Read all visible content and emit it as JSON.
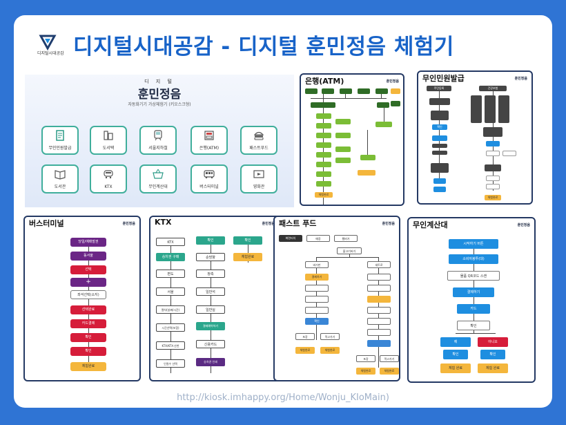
{
  "header": {
    "logo_caption": "디지털시대공감",
    "title": "디지털시대공감 - 디지털 훈민정음 체험기"
  },
  "app": {
    "small_title": "디 지 털",
    "big_title": "훈민정음",
    "subtitle": "자동화기기 가상체험기 (키오스크형)",
    "tiles": [
      {
        "label": "무인민원발급",
        "icon": "document-icon"
      },
      {
        "label": "도서택",
        "icon": "book-shelf-icon"
      },
      {
        "label": "서울지하철",
        "icon": "subway-icon"
      },
      {
        "label": "은행(ATM)",
        "icon": "atm-icon"
      },
      {
        "label": "패스트푸드",
        "icon": "burger-icon"
      },
      {
        "label": "도서관",
        "icon": "open-book-icon"
      },
      {
        "label": "KTX",
        "icon": "train-icon"
      },
      {
        "label": "무인계산대",
        "icon": "basket-icon"
      },
      {
        "label": "버스터미널",
        "icon": "bus-icon"
      },
      {
        "label": "영화관",
        "icon": "film-icon"
      }
    ]
  },
  "panels": {
    "atm": {
      "title": "은행(ATM)",
      "logo": "훈민정음",
      "end_label": "체험완료"
    },
    "civil": {
      "title": "무인민원발급",
      "logo": "훈민정음",
      "left_top": "주민등록",
      "right_top": "건강보험",
      "confirm": "확인",
      "end_label": "체험완료"
    },
    "bus": {
      "title": "버스터미널",
      "logo": "훈민정음",
      "steps": [
        "당일/예매발권",
        "동서울",
        "선택",
        "+",
        "좌석선택(소지)",
        "선택완료",
        "카드결제",
        "확인",
        "확인",
        "체험완료"
      ]
    },
    "ktx": {
      "title": "KTX",
      "logo": "훈민정음",
      "col1": [
        "KTX",
        "승차권 구매",
        "편도",
        "서울",
        "열차(날짜/시간)",
        "시간선택(포함)",
        "KTX/KTX-산천",
        "인원수 선택"
      ],
      "col2": [
        "확인",
        "순방향",
        "창측",
        "일반석",
        "일반실",
        "결제예약하기",
        "신용카드",
        "승차권 인쇄"
      ],
      "col3": [
        "확인",
        "체험완료"
      ]
    },
    "fastfood": {
      "title": "패스트 푸드",
      "logo": "훈민정음",
      "top": [
        "화면터치",
        "매장",
        "햄버거"
      ],
      "mid": "불고기버거",
      "left_head": "버거만",
      "right_head": "세트로",
      "pay": "결제하기",
      "confirm": "확인",
      "left_bottom": [
        "포장",
        "먹고가기"
      ],
      "end_label": "체험완료"
    },
    "checkout": {
      "title": "무인계산대",
      "logo": "훈민정음",
      "steps": [
        "시작하기 버튼",
        "소비자봉투(대)",
        "물품 QR코드 스캔",
        "결제하기",
        "카드",
        "확인"
      ],
      "yes": "예",
      "no": "아니오",
      "ok_left": "확인",
      "ok_right": "확인",
      "done_left": "체험 완료",
      "done_right": "체험 완료"
    }
  },
  "footer": {
    "url": "http://kiosk.imhappy.org/Home/Wonju_KIoMain)"
  },
  "colors": {
    "background": "#2f74d4",
    "title_blue": "#1863c8",
    "panel_border": "#233863",
    "tile_teal": "#3fae9b",
    "step_red": "#d61d3a",
    "step_blue": "#1e8ee0",
    "finish_yellow": "#f4b63c"
  }
}
